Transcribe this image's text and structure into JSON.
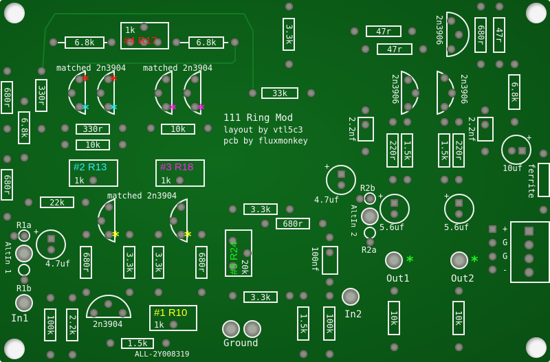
{
  "board": {
    "title": "111 Ring Mod",
    "layout_credit": "layout by vtl5c3",
    "pcb_credit": "pcb by fluxmonkey",
    "serial": "ALL-2Y008319",
    "colors": {
      "board": "#0b5c17",
      "silk": "#f2f2f2",
      "red": "#ff1a1a",
      "cyan": "#33e6f0",
      "magenta": "#ff22ee",
      "yellow": "#ffff22",
      "green": "#22ee22"
    }
  },
  "trimmers": {
    "r17": {
      "id": "#4 R17",
      "value": "1k"
    },
    "r13": {
      "id": "#2 R13",
      "value": "1k"
    },
    "r18": {
      "id": "#3 R18",
      "value": "1k"
    },
    "r10": {
      "id": "#1 R10",
      "value": "1k"
    },
    "r24": {
      "id": "#5 R24",
      "value": "20k"
    }
  },
  "resistors": {
    "top_left_68k": "6.8k",
    "top_right_68k": "6.8k",
    "top_33k": "3.3k",
    "r47_a": "47r",
    "r47_b": "47r",
    "r680_tr": "680r",
    "r47_tr": "47r",
    "r68k_right": "6.8k",
    "r33k_mid": "33k",
    "left_680_top": "680r",
    "left_330": "330r",
    "left_68k": "6.8k",
    "left_680_mid": "680r",
    "r330_mid": "330r",
    "r10k_mid": "10k",
    "r10k_b": "10k",
    "r22k": "22k",
    "r33k_c": "3.3k",
    "r680_c": "680r",
    "bl_680": "680r",
    "bl_33_a": "3.3k",
    "bl_33_b": "3.3k",
    "bl_680_b": "680r",
    "r100k_a": "100k",
    "r22k_b": "2.2k",
    "r15k_b": "1.5k",
    "r33k_d": "3.3k",
    "r15k_c": "1.5k",
    "r100k_b": "100k",
    "r220_a": "220r",
    "r15_a": "1.5k",
    "r15_b": "1.5k",
    "r220_b": "220r",
    "r10k_o1": "10k",
    "r10k_o2": "10k"
  },
  "caps": {
    "c22n_a": "2.2nf",
    "c22n_b": "2.2nf",
    "c10uf": "10uf",
    "c47_mid": "4.7uf",
    "c56_a": "5.6uf",
    "c56_b": "5.6uf",
    "c47_left": "4.7uf",
    "c100n": "100nf",
    "ferrite": "ferrite"
  },
  "transistors": {
    "matched_a": "matched 2n3904",
    "matched_b": "matched 2n3904",
    "matched_c": "matched 2n3904",
    "q_bottom": "2n3904",
    "pnp_a": "2n3906",
    "pnp_b": "2n3906",
    "pnp_c": "2n3906"
  },
  "jacks": {
    "in1": "In1",
    "in2": "In2",
    "out1": "Out1",
    "out2": "Out2",
    "ground": "Ground",
    "altin1": "AltIn 1",
    "altin2": "AltIn 2",
    "r1a": "R1a",
    "r1b": "R1b",
    "r2a": "R2a",
    "r2b": "R2b"
  },
  "power": {
    "pins": [
      "+",
      "G",
      "G",
      "-"
    ]
  },
  "markers": {
    "star": "*"
  }
}
